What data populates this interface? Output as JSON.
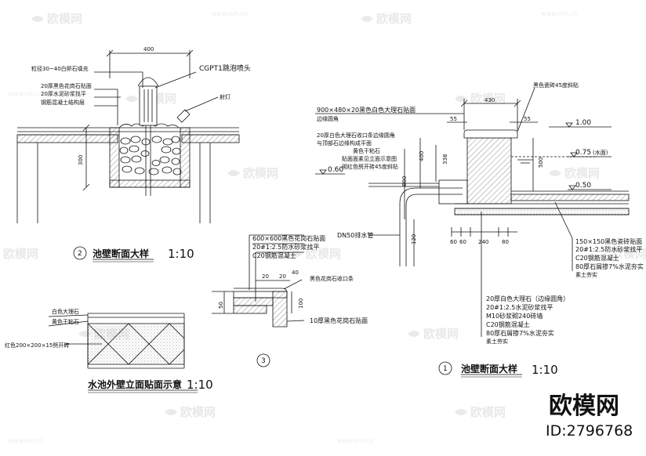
{
  "watermark": {
    "text": "欧模网",
    "site": "www.om.cn"
  },
  "brand": {
    "logo_text": "欧模网",
    "id_text": "ID:2796768"
  },
  "detail2": {
    "dim_top": "400",
    "dim_side": "300",
    "labels": {
      "pebble": "粒径30~40白卵石填充",
      "cgpt": "CGPT1跳泡喷头",
      "granite": "20厚黑色花岗石贴面",
      "mortar": "20厚水泥砂浆找平",
      "concrete": "钢筋混凝土结构层",
      "light": "射灯"
    },
    "number": "2",
    "title": "池壁断面大样",
    "scale": "1:10"
  },
  "detail_elev": {
    "labels": {
      "marble": "白色大理石",
      "yellowstone": "黄色干粘石",
      "tile": "红色200×200×15劈开砖"
    },
    "title": "水池外壁立面贴面示意",
    "scale": "1:10"
  },
  "detail3": {
    "number": "3",
    "labels": {
      "l1": "600×600黑色花岗石贴面",
      "l2": "20#1:2.5防水砂浆找平",
      "l3": "C20钢筋混凝土",
      "l4": "黑色花岗石收口条",
      "l5": "10厚黑色花岗石贴面"
    },
    "dims": {
      "d20a": "20",
      "d40": "40",
      "d20b": "20",
      "d100": "100",
      "d50": "50"
    }
  },
  "detail1": {
    "number": "1",
    "title": "池壁断面大样",
    "scale": "1:10",
    "labels": {
      "cap": "900×480×20黑色白色大理石贴面",
      "cap2": "边缘圆角",
      "drain": "黑色瓷砖45度斜贴",
      "side1": "20厚白色大理石收口条边缘圆角",
      "side2": "与顶部石边缘构成平面",
      "side3": "黄色干粘石",
      "side4": "贴面面素见立面示意图",
      "side5": "砌红色劈开砖45度斜贴",
      "pipe": "DN50排水管",
      "r1": "150×150黑色瓷砖贴面",
      "r2": "20#1:2.5防水砂浆找平",
      "r3": "C20钢筋混凝土",
      "r4": "80厚石屑掺7%水泥夯实",
      "r5": "素土夯实",
      "b1": "20厚白色大理石（边缘圆角）",
      "b2": "20#1:2.5水泥砂浆找平",
      "b3": "M10砂浆砌240砖墙",
      "b4": "C20钢筋混凝土",
      "b5": "80厚石屑掺7%水泥夯实",
      "b6": "素土夯实"
    },
    "elevations": {
      "e100": "1.00",
      "e075": "0.75",
      "water": "(水面)",
      "e050": "0.50",
      "e060": "0.60"
    },
    "dims": {
      "d430": "430",
      "d55a": "55",
      "d55b": "55",
      "d400": "400",
      "d338": "338",
      "d800": "800",
      "d500": "500",
      "d120": "120",
      "d60a": "60",
      "d60b": "60",
      "d240": "240",
      "d80": "80"
    }
  }
}
